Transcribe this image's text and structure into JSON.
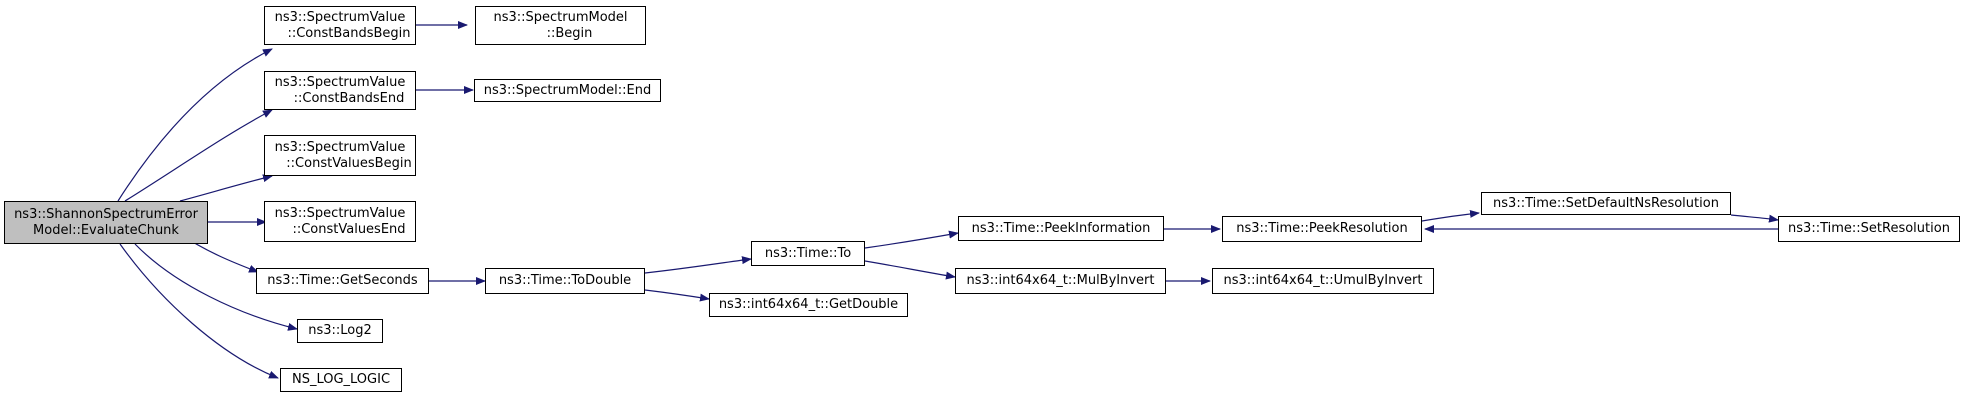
{
  "colors": {
    "edge": "#191970",
    "root_fill": "#bfbfbf",
    "node_fill": "#ffffff",
    "border": "#000000"
  },
  "nodes": {
    "evaluate_chunk": {
      "line1": "ns3::ShannonSpectrumError",
      "line2": "Model::EvaluateChunk"
    },
    "const_bands_begin": {
      "line1": "ns3::SpectrumValue",
      "line2": "::ConstBandsBegin"
    },
    "model_begin": {
      "line1": "ns3::SpectrumModel",
      "line2": "::Begin"
    },
    "const_bands_end": {
      "line1": "ns3::SpectrumValue",
      "line2": "::ConstBandsEnd"
    },
    "model_end": {
      "line1": "ns3::SpectrumModel::End"
    },
    "const_values_begin": {
      "line1": "ns3::SpectrumValue",
      "line2": "::ConstValuesBegin"
    },
    "const_values_end": {
      "line1": "ns3::SpectrumValue",
      "line2": "::ConstValuesEnd"
    },
    "get_seconds": {
      "line1": "ns3::Time::GetSeconds"
    },
    "log2": {
      "line1": "ns3::Log2"
    },
    "ns_log_logic": {
      "line1": "NS_LOG_LOGIC"
    },
    "to_double": {
      "line1": "ns3::Time::ToDouble"
    },
    "time_to": {
      "line1": "ns3::Time::To"
    },
    "get_double": {
      "line1": "ns3::int64x64_t::GetDouble"
    },
    "peek_information": {
      "line1": "ns3::Time::PeekInformation"
    },
    "mul_by_invert": {
      "line1": "ns3::int64x64_t::MulByInvert"
    },
    "peek_resolution": {
      "line1": "ns3::Time::PeekResolution"
    },
    "umul_by_invert": {
      "line1": "ns3::int64x64_t::UmulByInvert"
    },
    "set_default_ns_resolution": {
      "line1": "ns3::Time::SetDefaultNsResolution"
    },
    "set_resolution": {
      "line1": "ns3::Time::SetResolution"
    }
  }
}
